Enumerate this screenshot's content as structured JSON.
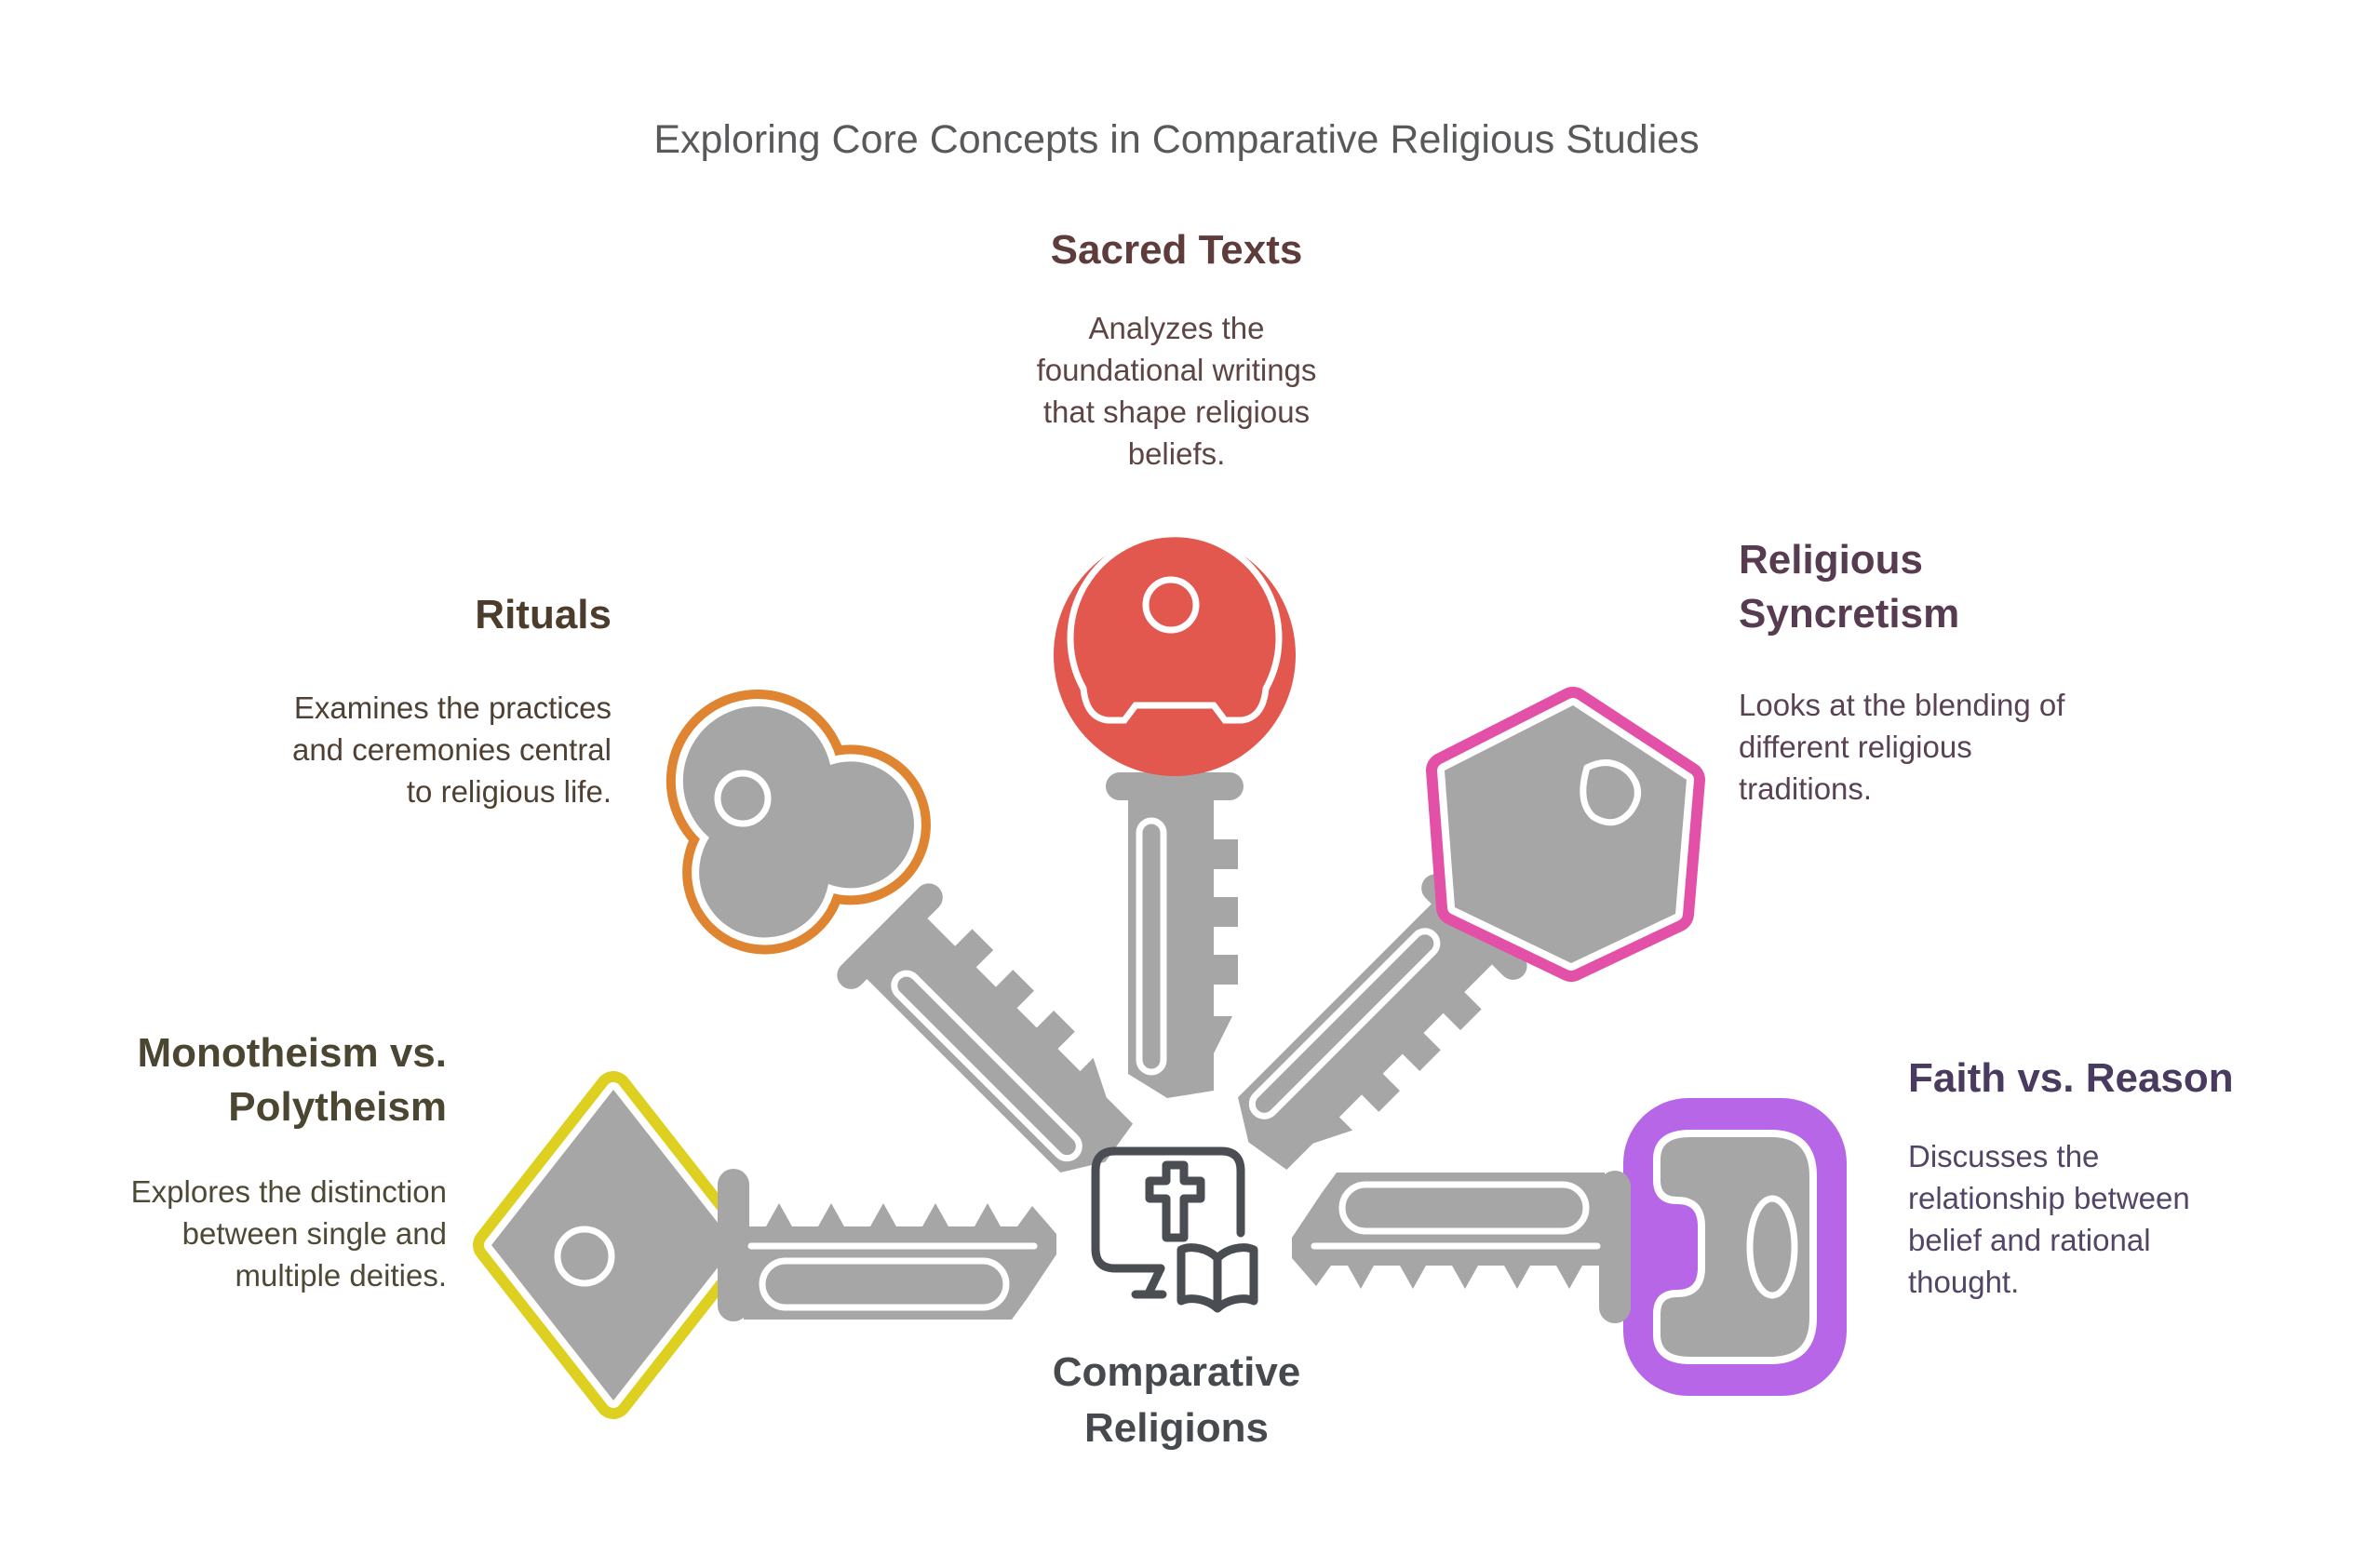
{
  "title": "Exploring Core Concepts in Comparative Religious Studies",
  "center": {
    "label": "Comparative\nReligions",
    "icon": "monitor-cross-book-icon"
  },
  "topics": [
    {
      "id": "sacred-texts",
      "heading": "Sacred Texts",
      "description": "Analyzes the\nfoundational writings\nthat shape religious\nbeliefs.",
      "key_icon": "round-head-key-icon",
      "key_position": "top-center",
      "align": "center"
    },
    {
      "id": "rituals",
      "heading": "Rituals",
      "description": "Examines the practices\nand ceremonies central\nto religious life.",
      "key_icon": "clover-head-key-icon",
      "key_position": "upper-left",
      "align": "right"
    },
    {
      "id": "monotheism-vs-polytheism",
      "heading": "Monotheism vs.\nPolytheism",
      "description": "Explores the distinction\nbetween single and\nmultiple deities.",
      "key_icon": "diamond-head-key-icon",
      "key_position": "left",
      "align": "right"
    },
    {
      "id": "religious-syncretism",
      "heading": "Religious\nSyncretism",
      "description": "Looks at the blending of\ndifferent religious\ntraditions.",
      "key_icon": "hexagon-head-key-icon",
      "key_position": "upper-right",
      "align": "left"
    },
    {
      "id": "faith-vs-reason",
      "heading": "Faith vs. Reason",
      "description": "Discusses the\nrelationship between\nbelief and rational\nthought.",
      "key_icon": "square-head-key-icon",
      "key_position": "right",
      "align": "left"
    }
  ],
  "colors": {
    "title_text": "#58595b",
    "center_label": "#46494d",
    "icon_stroke": "#4a4e53",
    "key_gray": "#a6a6a6",
    "sacred_accent": "#e2574e",
    "rituals_accent": "#df8532",
    "mono_accent": "#ddd021",
    "sync_accent": "#e350a7",
    "faith_accent": "#b766e8",
    "sacred_heading": "#5d3c3b",
    "sacred_body": "#5d4544",
    "rituals_heading": "#4b3c2c",
    "rituals_body": "#4e4134",
    "mono_heading": "#4b4631",
    "mono_body": "#4e4936",
    "sync_heading": "#573c51",
    "sync_body": "#5a4255",
    "faith_heading": "#493a5f",
    "faith_body": "#524566"
  }
}
